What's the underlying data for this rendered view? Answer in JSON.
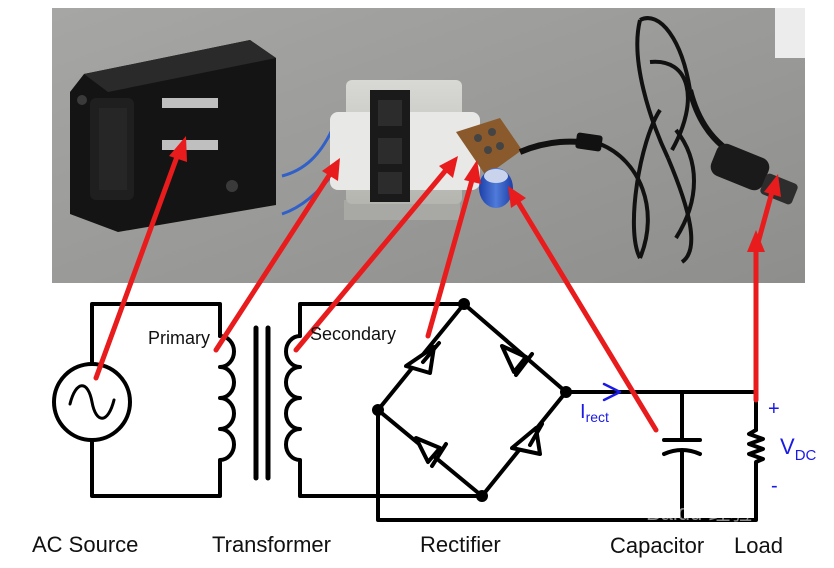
{
  "labels": {
    "primary": "Primary",
    "secondary": "Secondary",
    "ac_source": "AC Source",
    "transformer": "Transformer",
    "rectifier": "Rectifier",
    "capacitor": "Capacitor",
    "load": "Load",
    "current_main": "I",
    "current_sub": "rect",
    "voltage_main": "V",
    "voltage_sub": "DC",
    "plus": "+",
    "minus": "-"
  },
  "watermark": "Baidu 经验",
  "colors": {
    "arrow": "#e81c1c",
    "wire": "#000000",
    "current": "#1a1ae6",
    "voltage": "#1a1ae6",
    "photo_background": "#9a9a98"
  }
}
